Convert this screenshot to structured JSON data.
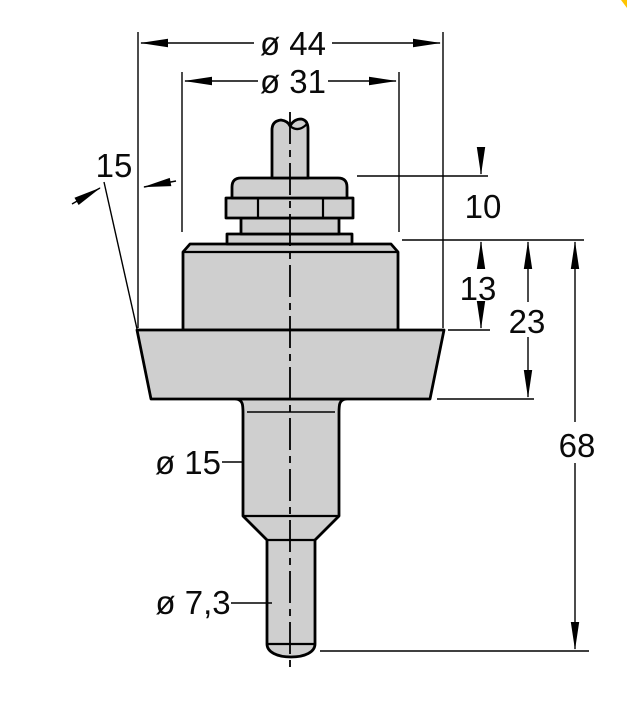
{
  "drawing": {
    "labels": {
      "dia_44": "ø 44",
      "dia_31": "ø 31",
      "angle_15": "15",
      "dim_10": "10",
      "dim_13": "13",
      "dim_23": "23",
      "dim_68": "68",
      "dia_15": "ø 15",
      "dia_7_3": "ø 7,3"
    },
    "colors": {
      "part_fill": "#cfcfcf",
      "line_color": "#000000",
      "background": "#ffffff",
      "corner_mark": "#ffc400"
    }
  }
}
